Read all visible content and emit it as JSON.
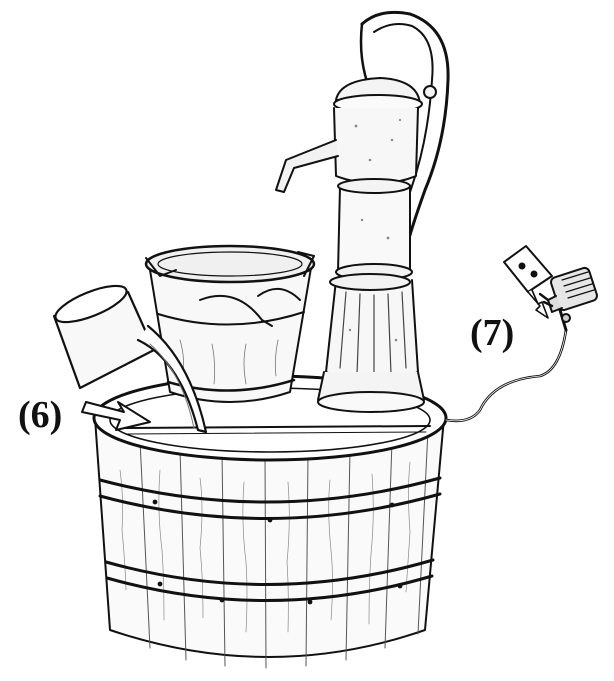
{
  "figure": {
    "callouts": [
      {
        "id": "6",
        "text": "(6)"
      },
      {
        "id": "7",
        "text": "(7)"
      }
    ],
    "colors": {
      "ink": "#111111",
      "background": "#ffffff",
      "shade": "#e6e6e6"
    },
    "parts": {
      "pump": "hand-water-pump",
      "bucket": "hanging-bucket",
      "spout": "tilted-pail-spout",
      "tub": "wooden-barrel-tub",
      "adapter": "power-adapter-plug",
      "socket": "wall-socket-icon"
    }
  }
}
